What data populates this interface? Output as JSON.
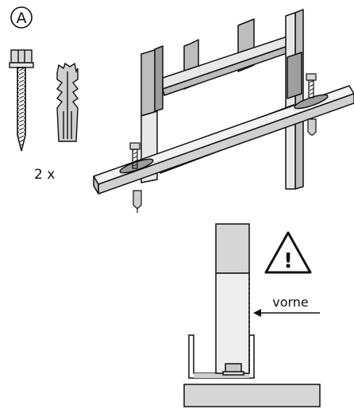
{
  "step_marker": {
    "letter": "A"
  },
  "hardware": {
    "quantity": "2 x",
    "items": [
      "hex-bolt",
      "wall-plug"
    ]
  },
  "detail": {
    "warning_symbol": "!",
    "front_label": "vorne"
  },
  "colors": {
    "line": "#111111",
    "frame_fill": "#e8e8e8",
    "frame_shade": "#bdbdbd",
    "floor": "#d6d6d6"
  }
}
